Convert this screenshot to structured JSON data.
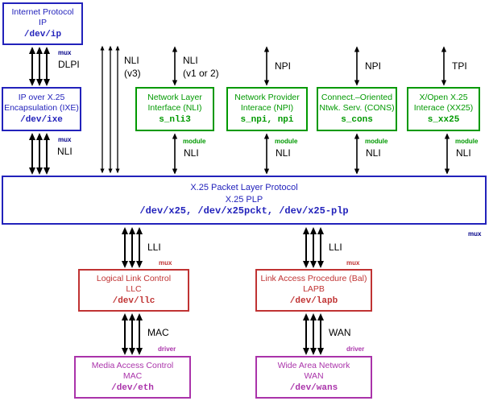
{
  "title": "X.25 protocol stack STREAMS diagram",
  "colors": {
    "blue": "#2222bb",
    "navy": "#000088",
    "green": "#009900",
    "red": "#c03333",
    "magenta": "#aa33aa",
    "black": "#000000",
    "background": "#ffffff"
  },
  "boxes": {
    "ip": {
      "line1": "Internet Protocol",
      "line2": "IP",
      "dev": "/dev/ip"
    },
    "ixe": {
      "line1": "IP over X.25",
      "line2": "Encapsulation (IXE)",
      "dev": "/dev/ixe"
    },
    "nli": {
      "line1": "Network Layer",
      "line2": "Interface (NLI)",
      "dev": "s_nli3"
    },
    "npi": {
      "line1": "Network Provider",
      "line2": "Interace (NPI)",
      "dev": "s_npi, npi"
    },
    "cons": {
      "line1": "Connect.–Oriented",
      "line2": "Ntwk. Serv. (CONS)",
      "dev": "s_cons"
    },
    "xx25": {
      "line1": "X/Open X.25",
      "line2": "Interace (XX25)",
      "dev": "s_xx25"
    },
    "plp": {
      "line1": "X.25 Packet Layer Protocol",
      "line2": "X.25 PLP",
      "dev": "/dev/x25, /dev/x25pckt, /dev/x25-plp"
    },
    "llc": {
      "line1": "Logical Link Control",
      "line2": "LLC",
      "dev": "/dev/llc"
    },
    "lapb": {
      "line1": "Link Access Procedure (Bal)",
      "line2": "LAPB",
      "dev": "/dev/lapb"
    },
    "mac": {
      "line1": "Media Access Control",
      "line2": "MAC",
      "dev": "/dev/eth"
    },
    "wan": {
      "line1": "Wide Area Network",
      "line2": "WAN",
      "dev": "/dev/wans"
    }
  },
  "labels": {
    "mux": "mux",
    "module": "module",
    "driver": "driver",
    "dlpi": "DLPI",
    "nli": "NLI",
    "v3": "(v3)",
    "v1or2": "(v1 or 2)",
    "npi": "NPI",
    "tpi": "TPI",
    "lli": "LLI",
    "mac": "MAC",
    "wan": "WAN"
  }
}
